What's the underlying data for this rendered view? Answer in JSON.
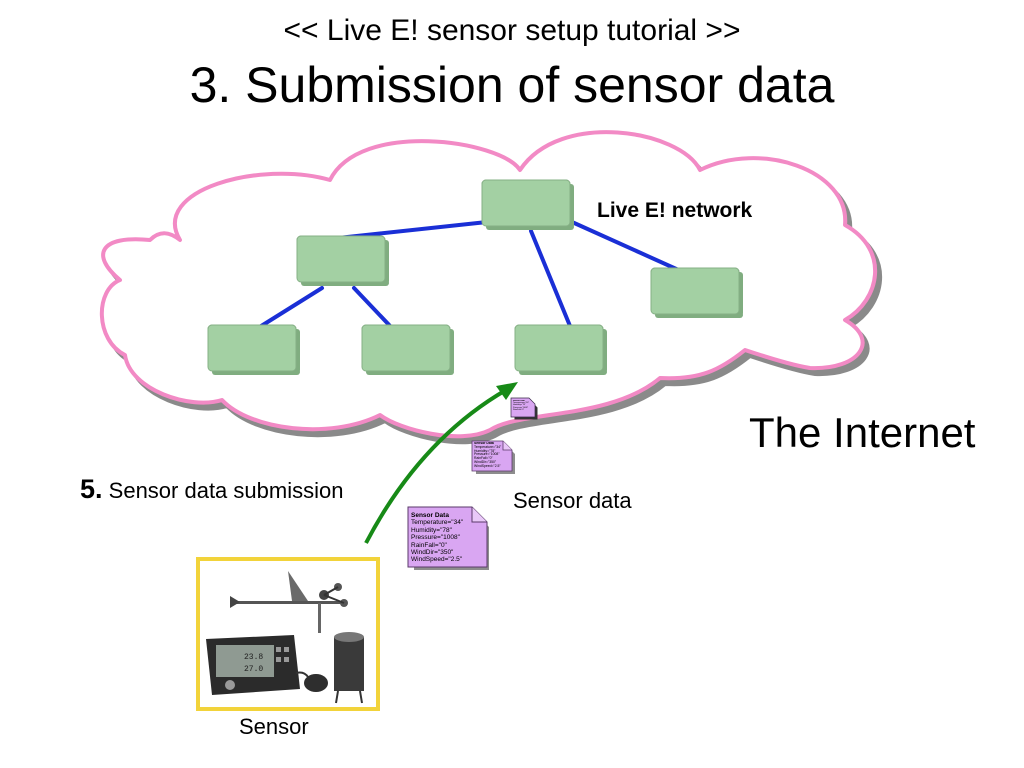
{
  "header": {
    "subtitle": "<< Live E! sensor setup tutorial >>",
    "title": "3. Submission of sensor data"
  },
  "labels": {
    "network": "Live E! network",
    "internet": "The Internet",
    "step_number": "5.",
    "step_text": "Sensor data submission",
    "sensor_data": "Sensor data",
    "sensor": "Sensor"
  },
  "sensor_document": {
    "title": "Sensor Data",
    "lines": [
      "Temperature=\"34\"",
      "Humidity=\"78\"",
      "Pressure=\"1008\"",
      "RainFall=\"0\"",
      "WindDir=\"350\"",
      "WindSpeed=\"2.5\""
    ]
  },
  "colors": {
    "cloud_outline": "#f28ac5",
    "node_fill": "#a0cda0",
    "link": "#1a2fd6",
    "arrow": "#178a17",
    "document": "#d9a6f2",
    "sensor_frame": "#f2d33a"
  },
  "icons": {
    "cloud": "cloud-shape",
    "node": "network-node-box",
    "document": "document-icon",
    "sensor": "weather-station-icon"
  }
}
